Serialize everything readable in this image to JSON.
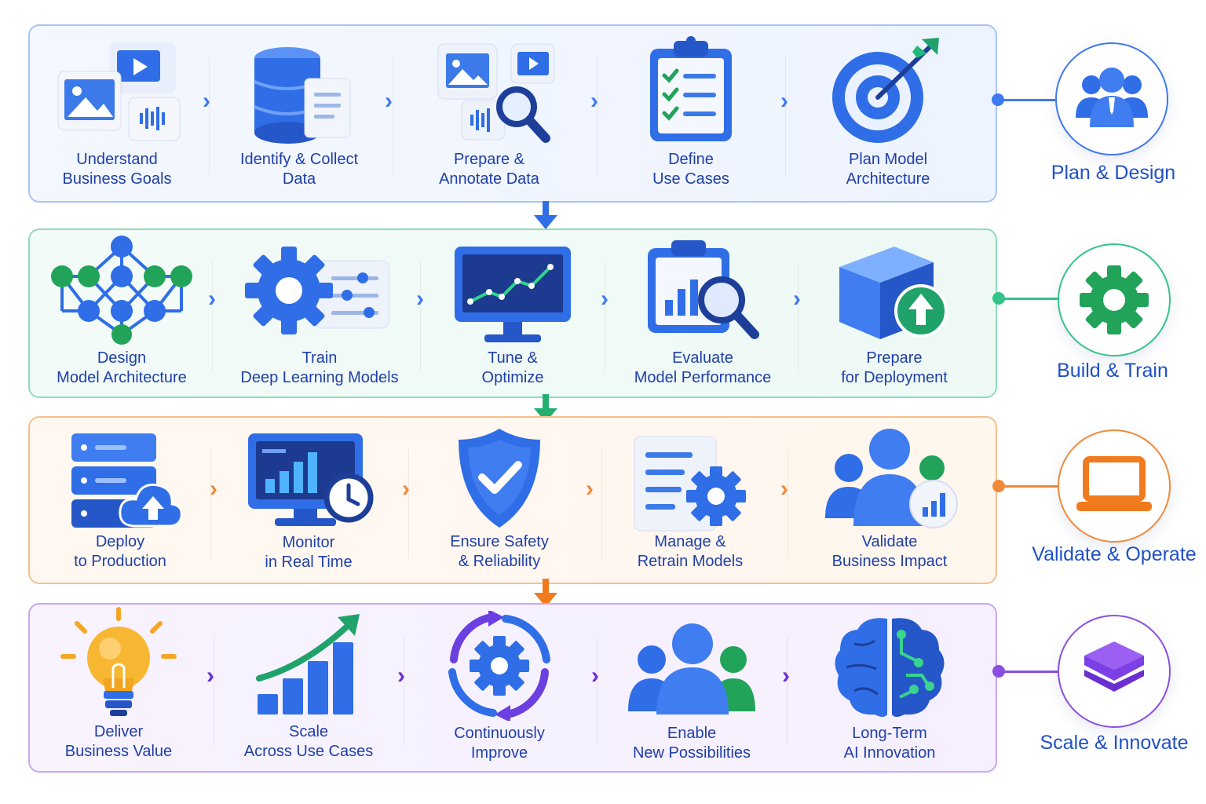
{
  "colors": {
    "plan": "#3f79ee",
    "build": "#35c38a",
    "validate": "#f08a3a",
    "scale": "#8a4fe0",
    "label": "#1f3fa8"
  },
  "rows": [
    {
      "stage": "Plan & Design",
      "stage_icon": "team-icon",
      "steps": [
        {
          "line1": "Understand",
          "line2": "Business Goals",
          "icon": "media-files-icon"
        },
        {
          "line1": "Identify & Collect",
          "line2": "Data",
          "icon": "database-document-icon"
        },
        {
          "line1": "Prepare &",
          "line2": "Annotate Data",
          "icon": "media-search-icon"
        },
        {
          "line1": "Define",
          "line2": "Use Cases",
          "icon": "checklist-clipboard-icon"
        },
        {
          "line1": "Plan Model",
          "line2": "Architecture",
          "icon": "target-arrow-icon"
        }
      ]
    },
    {
      "stage": "Build & Train",
      "stage_icon": "gear-icon",
      "steps": [
        {
          "line1": "Design",
          "line2": "Model Architecture",
          "icon": "neural-network-icon"
        },
        {
          "line1": "Train",
          "line2": "Deep Learning Models",
          "icon": "gear-sliders-icon"
        },
        {
          "line1": "Tune &",
          "line2": "Optimize",
          "icon": "monitor-chart-icon"
        },
        {
          "line1": "Evaluate",
          "line2": "Model Performance",
          "icon": "clipboard-chart-search-icon"
        },
        {
          "line1": "Prepare",
          "line2": "for Deployment",
          "icon": "cube-upload-icon"
        }
      ]
    },
    {
      "stage": "Validate & Operate",
      "stage_icon": "laptop-icon",
      "steps": [
        {
          "line1": "Deploy",
          "line2": "to Production",
          "icon": "server-cloud-upload-icon"
        },
        {
          "line1": "Monitor",
          "line2": "in Real Time",
          "icon": "monitor-clock-icon"
        },
        {
          "line1": "Ensure Safety",
          "line2": "& Reliability",
          "icon": "shield-check-icon"
        },
        {
          "line1": "Manage &",
          "line2": "Retrain Models",
          "icon": "document-gear-icon"
        },
        {
          "line1": "Validate",
          "line2": "Business Impact",
          "icon": "team-chart-icon"
        }
      ]
    },
    {
      "stage": "Scale & Innovate",
      "stage_icon": "layers-icon",
      "steps": [
        {
          "line1": "Deliver",
          "line2": "Business Value",
          "icon": "lightbulb-icon"
        },
        {
          "line1": "Scale",
          "line2": "Across Use Cases",
          "icon": "growth-bars-icon"
        },
        {
          "line1": "Continuously",
          "line2": "Improve",
          "icon": "gear-cycle-icon"
        },
        {
          "line1": "Enable",
          "line2": "New Possibilities",
          "icon": "people-icon"
        },
        {
          "line1": "Long-Term",
          "line2": "AI Innovation",
          "icon": "ai-brain-icon"
        }
      ]
    }
  ]
}
